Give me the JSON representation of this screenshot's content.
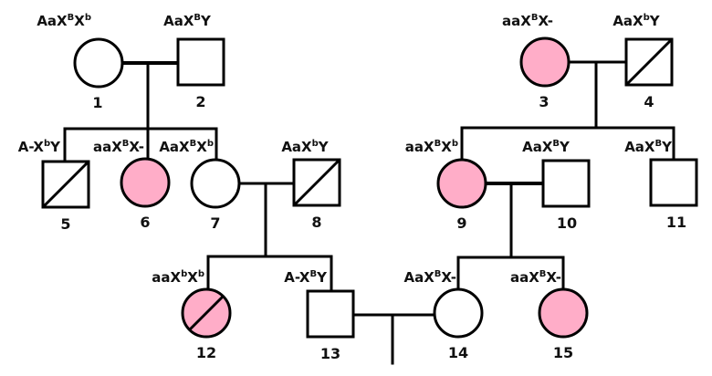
{
  "title": "Pedigree chart",
  "colors": {
    "affected": "#ffadc8",
    "unaffected": "#ffffff",
    "stroke": "#000000"
  },
  "individuals": [
    {
      "id": "1",
      "sex": "female",
      "affected": false,
      "deceased": false,
      "genotype": [
        [
          "Aa",
          ""
        ],
        [
          "X",
          "B"
        ],
        [
          "X",
          "b"
        ]
      ]
    },
    {
      "id": "2",
      "sex": "male",
      "affected": false,
      "deceased": false,
      "genotype": [
        [
          "Aa",
          ""
        ],
        [
          "X",
          "B"
        ],
        [
          "Y",
          ""
        ]
      ]
    },
    {
      "id": "3",
      "sex": "female",
      "affected": true,
      "deceased": false,
      "genotype": [
        [
          "aa",
          ""
        ],
        [
          "X",
          "B"
        ],
        [
          "X-",
          ""
        ]
      ]
    },
    {
      "id": "4",
      "sex": "male",
      "affected": false,
      "deceased": true,
      "genotype": [
        [
          "Aa",
          ""
        ],
        [
          "X",
          "b"
        ],
        [
          "Y",
          ""
        ]
      ]
    },
    {
      "id": "5",
      "sex": "male",
      "affected": false,
      "deceased": true,
      "genotype": [
        [
          "A-",
          ""
        ],
        [
          "X",
          "b"
        ],
        [
          "Y",
          ""
        ]
      ]
    },
    {
      "id": "6",
      "sex": "female",
      "affected": true,
      "deceased": false,
      "genotype": [
        [
          "aa",
          ""
        ],
        [
          "X",
          "B"
        ],
        [
          "X-",
          ""
        ]
      ]
    },
    {
      "id": "7",
      "sex": "female",
      "affected": false,
      "deceased": false,
      "genotype": [
        [
          "Aa",
          ""
        ],
        [
          "X",
          "B"
        ],
        [
          "X",
          "b"
        ]
      ]
    },
    {
      "id": "8",
      "sex": "male",
      "affected": false,
      "deceased": true,
      "genotype": [
        [
          "Aa",
          ""
        ],
        [
          "X",
          "b"
        ],
        [
          "Y",
          ""
        ]
      ]
    },
    {
      "id": "9",
      "sex": "female",
      "affected": true,
      "deceased": false,
      "genotype": [
        [
          "aa",
          ""
        ],
        [
          "X",
          "B"
        ],
        [
          "X",
          "b"
        ]
      ]
    },
    {
      "id": "10",
      "sex": "male",
      "affected": false,
      "deceased": false,
      "genotype": [
        [
          "Aa",
          ""
        ],
        [
          "X",
          "B"
        ],
        [
          "Y",
          ""
        ]
      ]
    },
    {
      "id": "11",
      "sex": "male",
      "affected": false,
      "deceased": false,
      "genotype": [
        [
          "Aa",
          ""
        ],
        [
          "X",
          "B"
        ],
        [
          "Y",
          ""
        ]
      ]
    },
    {
      "id": "12",
      "sex": "female",
      "affected": true,
      "deceased": true,
      "genotype": [
        [
          "aa",
          ""
        ],
        [
          "X",
          "b"
        ],
        [
          "X",
          "b"
        ]
      ]
    },
    {
      "id": "13",
      "sex": "male",
      "affected": false,
      "deceased": false,
      "genotype": [
        [
          "A-",
          ""
        ],
        [
          "X",
          "B"
        ],
        [
          "Y",
          ""
        ]
      ]
    },
    {
      "id": "14",
      "sex": "female",
      "affected": false,
      "deceased": false,
      "genotype": [
        [
          "Aa",
          ""
        ],
        [
          "X",
          "B"
        ],
        [
          "X-",
          ""
        ]
      ]
    },
    {
      "id": "15",
      "sex": "female",
      "affected": true,
      "deceased": false,
      "genotype": [
        [
          "aa",
          ""
        ],
        [
          "X",
          "B"
        ],
        [
          "X-",
          ""
        ]
      ]
    }
  ],
  "couples": [
    {
      "partners": [
        "1",
        "2"
      ],
      "children": [
        "5",
        "6",
        "7"
      ]
    },
    {
      "partners": [
        "3",
        "4"
      ],
      "children": [
        "9",
        "10",
        "11"
      ]
    },
    {
      "partners": [
        "7",
        "8"
      ],
      "children": [
        "12",
        "13"
      ]
    },
    {
      "partners": [
        "9",
        "10"
      ],
      "children": [
        "14",
        "15"
      ]
    },
    {
      "partners": [
        "13",
        "14"
      ],
      "children": []
    }
  ]
}
